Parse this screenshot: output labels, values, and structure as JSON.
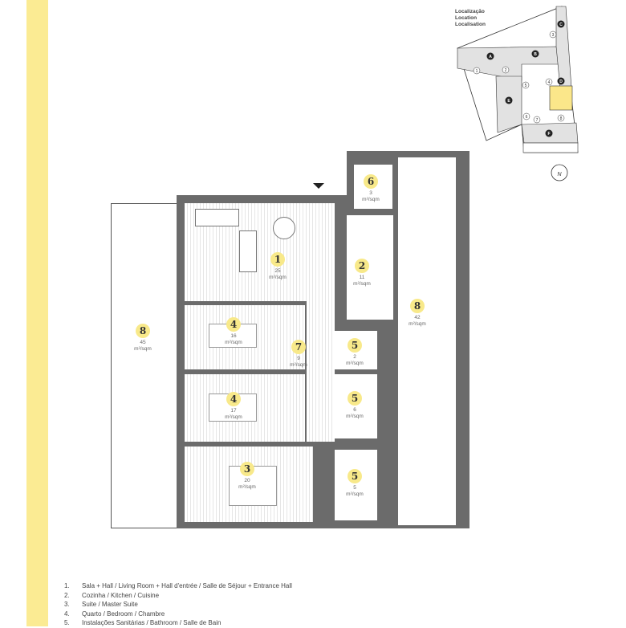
{
  "location": {
    "title_lines": [
      "Localização",
      "Location",
      "Localisation"
    ],
    "blocks": [
      "A",
      "B",
      "C",
      "D",
      "E",
      "F"
    ],
    "entrances": [
      "1",
      "2",
      "3",
      "4",
      "5",
      "6",
      "7",
      "8"
    ],
    "north": "N"
  },
  "rooms": [
    {
      "num": "1",
      "area": "25",
      "unit": "m²/sqm"
    },
    {
      "num": "2",
      "area": "11",
      "unit": "m²/sqm"
    },
    {
      "num": "6",
      "area": "3",
      "unit": "m²/sqm"
    },
    {
      "num": "8",
      "area": "42",
      "unit": "m²/sqm"
    },
    {
      "num": "8",
      "area": "45",
      "unit": "m²/sqm"
    },
    {
      "num": "4",
      "area": "16",
      "unit": "m²/sqm"
    },
    {
      "num": "7",
      "area": "9",
      "unit": "m²/sqm"
    },
    {
      "num": "5",
      "area": "2",
      "unit": "m²/sqm"
    },
    {
      "num": "4",
      "area": "17",
      "unit": "m²/sqm"
    },
    {
      "num": "5",
      "area": "6",
      "unit": "m²/sqm"
    },
    {
      "num": "3",
      "area": "20",
      "unit": "m²/sqm"
    },
    {
      "num": "5",
      "area": "5",
      "unit": "m²/sqm"
    }
  ],
  "legend": [
    {
      "n": "1.",
      "text": "Sala + Hall / Living Room + Hall d'entrée / Salle de Séjour + Entrance Hall"
    },
    {
      "n": "2.",
      "text": "Cozinha / Kitchen / Cuisine"
    },
    {
      "n": "3.",
      "text": "Suite / Master Suite"
    },
    {
      "n": "4.",
      "text": "Quarto / Bedroom / Chambre"
    },
    {
      "n": "5.",
      "text": "Instalações Sanitárias / Bathroom / Salle de Bain"
    }
  ],
  "colors": {
    "accent": "#f8e98a",
    "strip": "#fbeb93",
    "wall": "#6b6b6b"
  }
}
